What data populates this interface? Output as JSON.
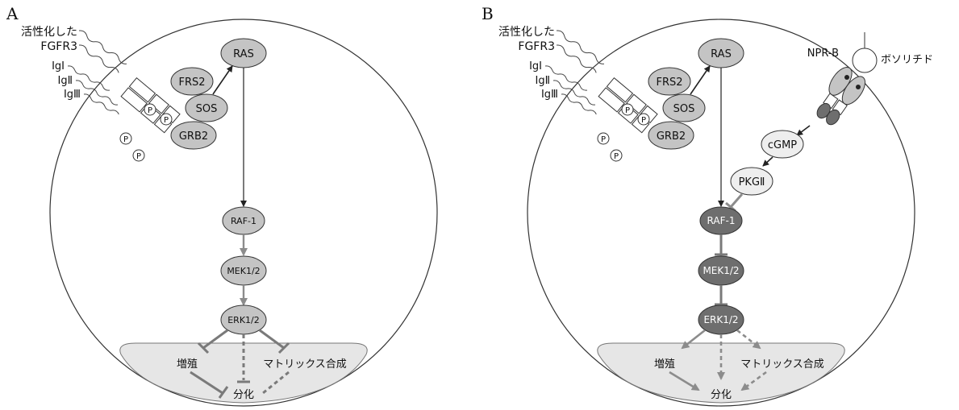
{
  "panel_a": {
    "label": "A",
    "receptor_label_1": "活性化した",
    "receptor_label_2": "FGFR3",
    "ig1": "IgⅠ",
    "ig2": "IgⅡ",
    "ig3": "IgⅢ",
    "phospho": "P",
    "ras": "RAS",
    "frs2": "FRS2",
    "sos": "SOS",
    "grb2": "GRB2",
    "raf1": "RAF-1",
    "mek": "MEK1/2",
    "erk": "ERK1/2",
    "proliferation": "増殖",
    "matrix": "マトリックス合成",
    "differentiation": "分化"
  },
  "panel_b": {
    "label": "B",
    "receptor_label_1": "活性化した",
    "receptor_label_2": "FGFR3",
    "ig1": "IgⅠ",
    "ig2": "IgⅡ",
    "ig3": "IgⅢ",
    "phospho": "P",
    "ras": "RAS",
    "frs2": "FRS2",
    "sos": "SOS",
    "grb2": "GRB2",
    "npr": "NPR-B",
    "ligand": "ボソリチド",
    "cgmp": "cGMP",
    "pkg": "PKGⅡ",
    "raf1": "RAF-1",
    "mek": "MEK1/2",
    "erk": "ERK1/2",
    "proliferation": "増殖",
    "matrix": "マトリックス合成",
    "differentiation": "分化"
  },
  "colors": {
    "node_light": "#c4c4c4",
    "node_dark": "#6e6e6e",
    "node_pale": "#eeeeee",
    "nucleus": "#e6e6e6",
    "arrow_gray": "#8c8c8c",
    "arrow_dark": "#222222",
    "inhibit_gray": "#7a7a7a"
  }
}
